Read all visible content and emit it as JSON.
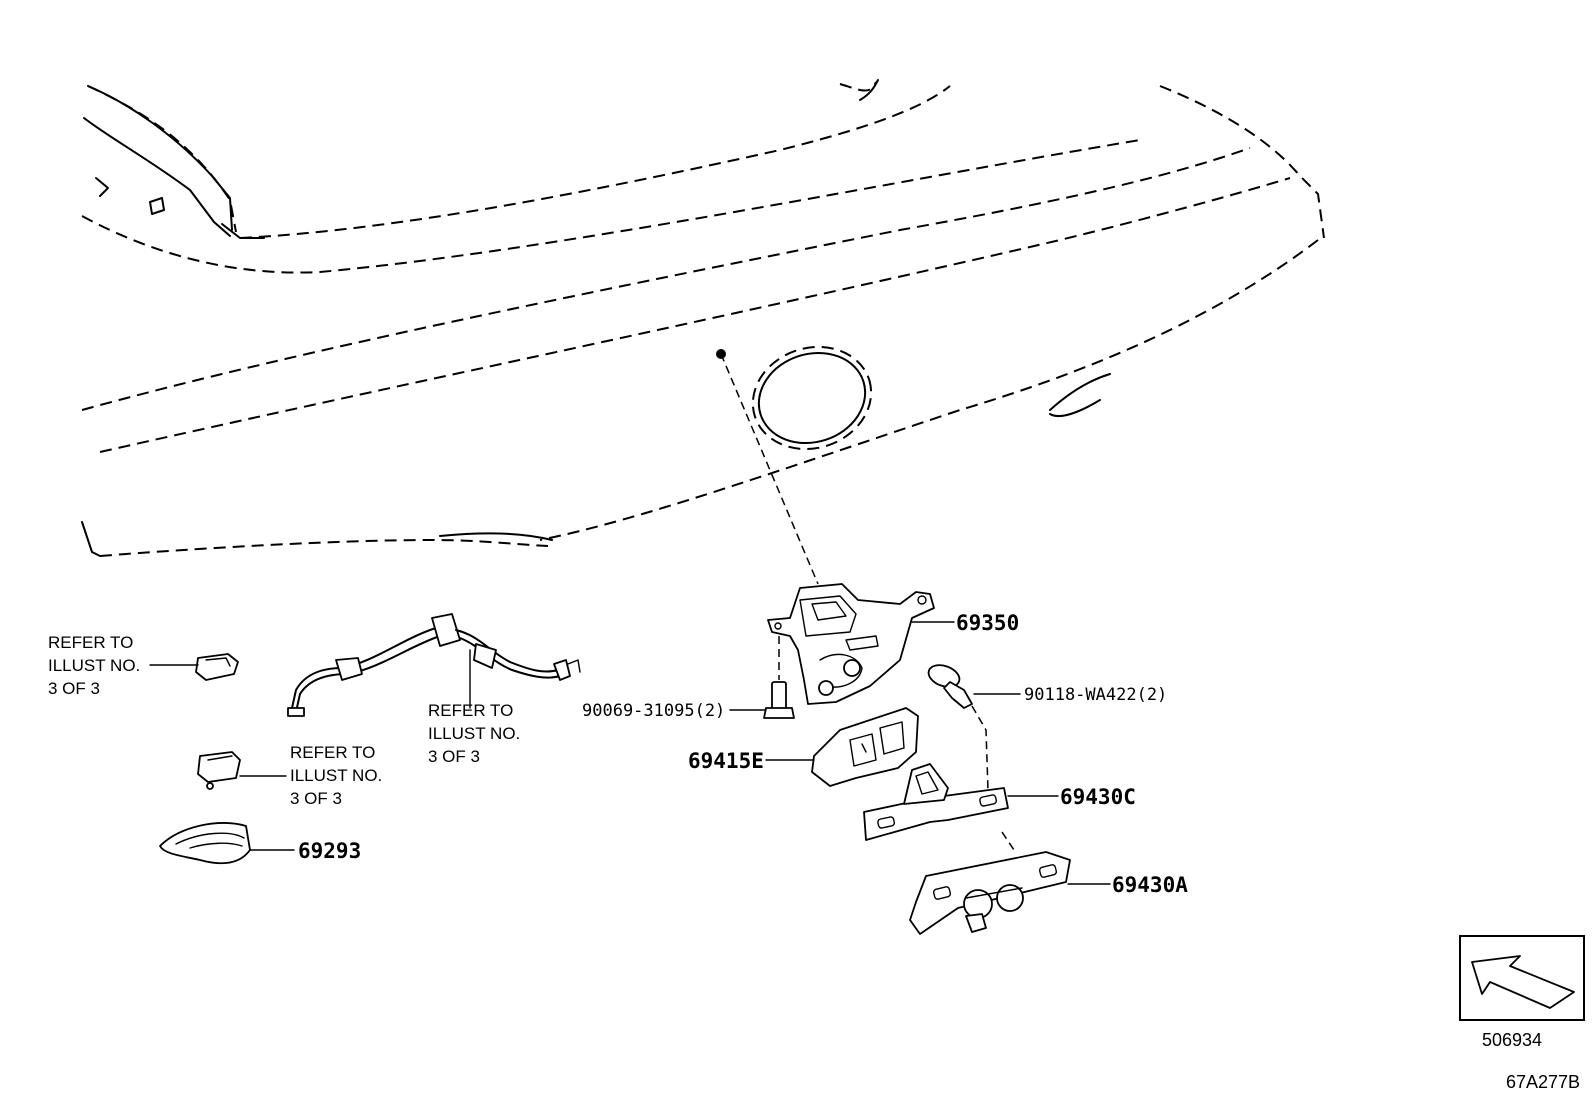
{
  "labels": {
    "latch": "69350",
    "bolt_left": "90069-31095(2)",
    "bolt_right": "90118-WA422(2)",
    "plate": "69415E",
    "striker_c": "69430C",
    "striker_a": "69430A",
    "handle": "69293"
  },
  "refer_notes": {
    "note1": [
      "REFER TO",
      "ILLUST NO.",
      "3 OF 3"
    ],
    "note2": [
      "REFER TO",
      "ILLUST NO.",
      "3 OF 3"
    ],
    "note3": [
      "REFER TO",
      "ILLUST NO.",
      "3 OF 3"
    ]
  },
  "view_box": {
    "number": "506934"
  },
  "illustration_code": "67A277B"
}
